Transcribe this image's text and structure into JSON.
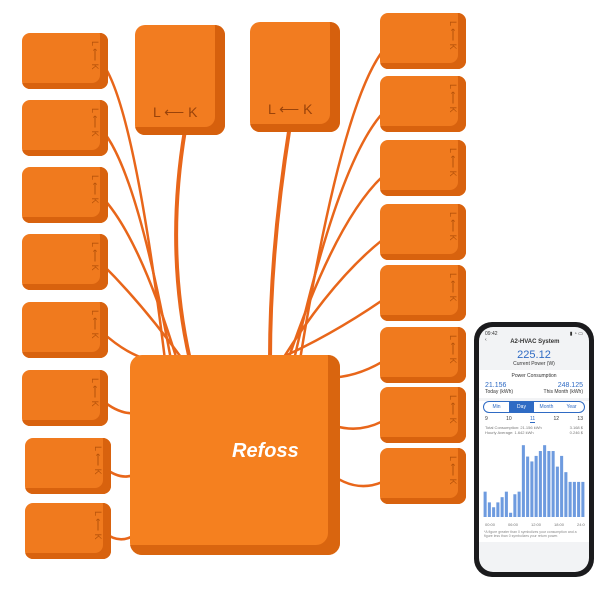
{
  "brand": "Refoss",
  "clamp_label": "L ⟵ K",
  "colors": {
    "orange": "#f07a1e",
    "accent": "#2f6bc4"
  },
  "phone": {
    "time": "09:42",
    "title": "A2-HVAC System",
    "current_power": "225.12",
    "current_power_label": "Current Power (W)",
    "consumption_title": "Power Consumption",
    "today": "21.156",
    "today_label": "Today (kWh)",
    "month": "248.125",
    "month_label": "This Month (kWh)",
    "tabs": [
      "Min",
      "Day",
      "Month",
      "Year"
    ],
    "active_tab": "Day",
    "days": [
      "9",
      "10",
      "11",
      "12",
      "13"
    ],
    "total": "Total Consumption: 21.156 kWh",
    "total_cost": "3.168 $",
    "avg": "Hourly Average: 1.642 kWh",
    "avg_cost": "0.246 $",
    "note": "*A figure greater than 0 symbolizes your consumption and a figure less than 0 symbolizes your return power."
  },
  "chart_data": {
    "type": "bar",
    "x_ticks": [
      "00:00",
      "06:00",
      "12:00",
      "18:00",
      "24:00"
    ],
    "values": [
      0.78,
      0.45,
      0.3,
      0.45,
      0.61,
      0.78,
      0.13,
      0.7,
      0.78,
      2.21,
      1.86,
      1.71,
      1.88,
      2.03,
      2.21,
      2.03,
      2.03,
      1.55,
      1.88,
      1.38,
      1.08,
      1.08,
      1.08,
      1.08
    ]
  }
}
